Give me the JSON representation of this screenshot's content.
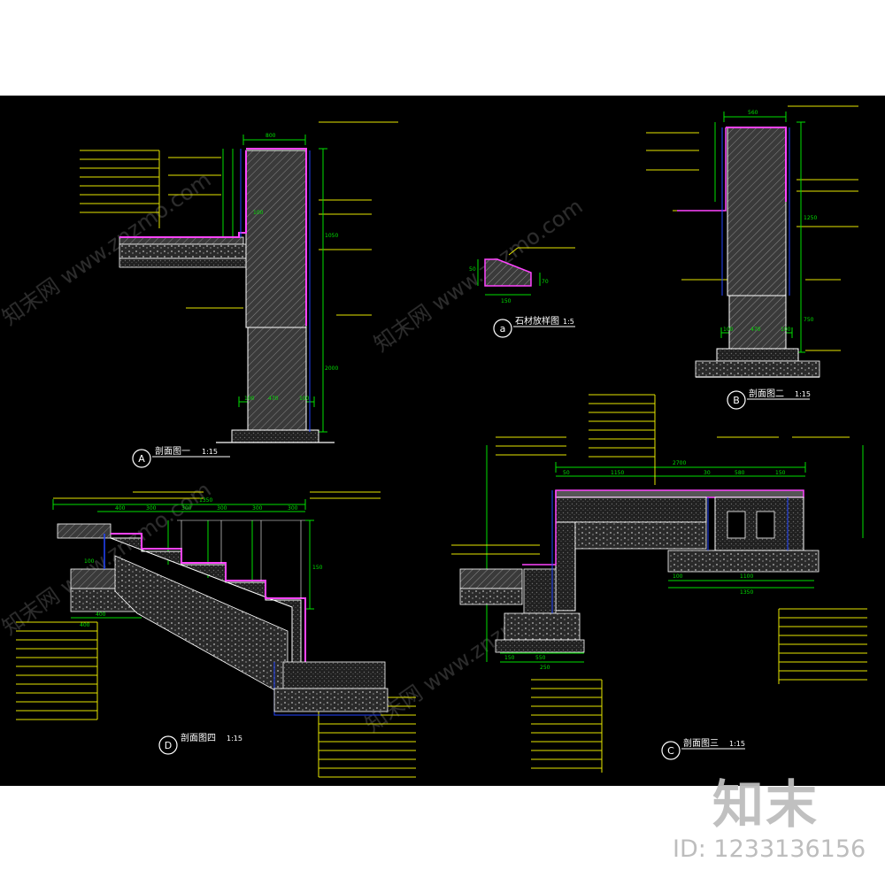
{
  "sections": [
    {
      "id": "A",
      "letter": "A",
      "title": "剖面图一",
      "scale": "1:15",
      "dims": [
        "800",
        "100",
        "470",
        "100",
        "1050",
        "2000",
        "100"
      ]
    },
    {
      "id": "B",
      "letter": "B",
      "title": "剖面图二",
      "scale": "1:15",
      "dims": [
        "560",
        "100",
        "470",
        "100",
        "1250",
        "750"
      ]
    },
    {
      "id": "D",
      "letter": "D",
      "title": "剖面图四",
      "scale": "1:15",
      "dims": [
        "1350",
        "400",
        "300",
        "300",
        "300",
        "300",
        "300",
        "100",
        "400",
        "150",
        "400"
      ]
    },
    {
      "id": "C",
      "letter": "C",
      "title": "剖面图三",
      "scale": "1:15",
      "dims": [
        "2700",
        "1150",
        "30",
        "580",
        "150",
        "50",
        "1100",
        "1350",
        "100",
        "550",
        "250",
        "150"
      ]
    }
  ],
  "detail_a": {
    "letter": "a",
    "title": "石材放样图",
    "scale": "1:5",
    "dims": [
      "150",
      "50",
      "70"
    ]
  },
  "colors": {
    "background": "#000000",
    "annotation": "#e6e600",
    "dimension": "#00e000",
    "finish": "#ff44ff",
    "structure": "#2244ff",
    "outline": "#ffffff"
  },
  "watermarks": {
    "site": "www.znzmo.com",
    "brand_small": "知末网",
    "logo": "知末",
    "id": "ID: 1233136156"
  }
}
